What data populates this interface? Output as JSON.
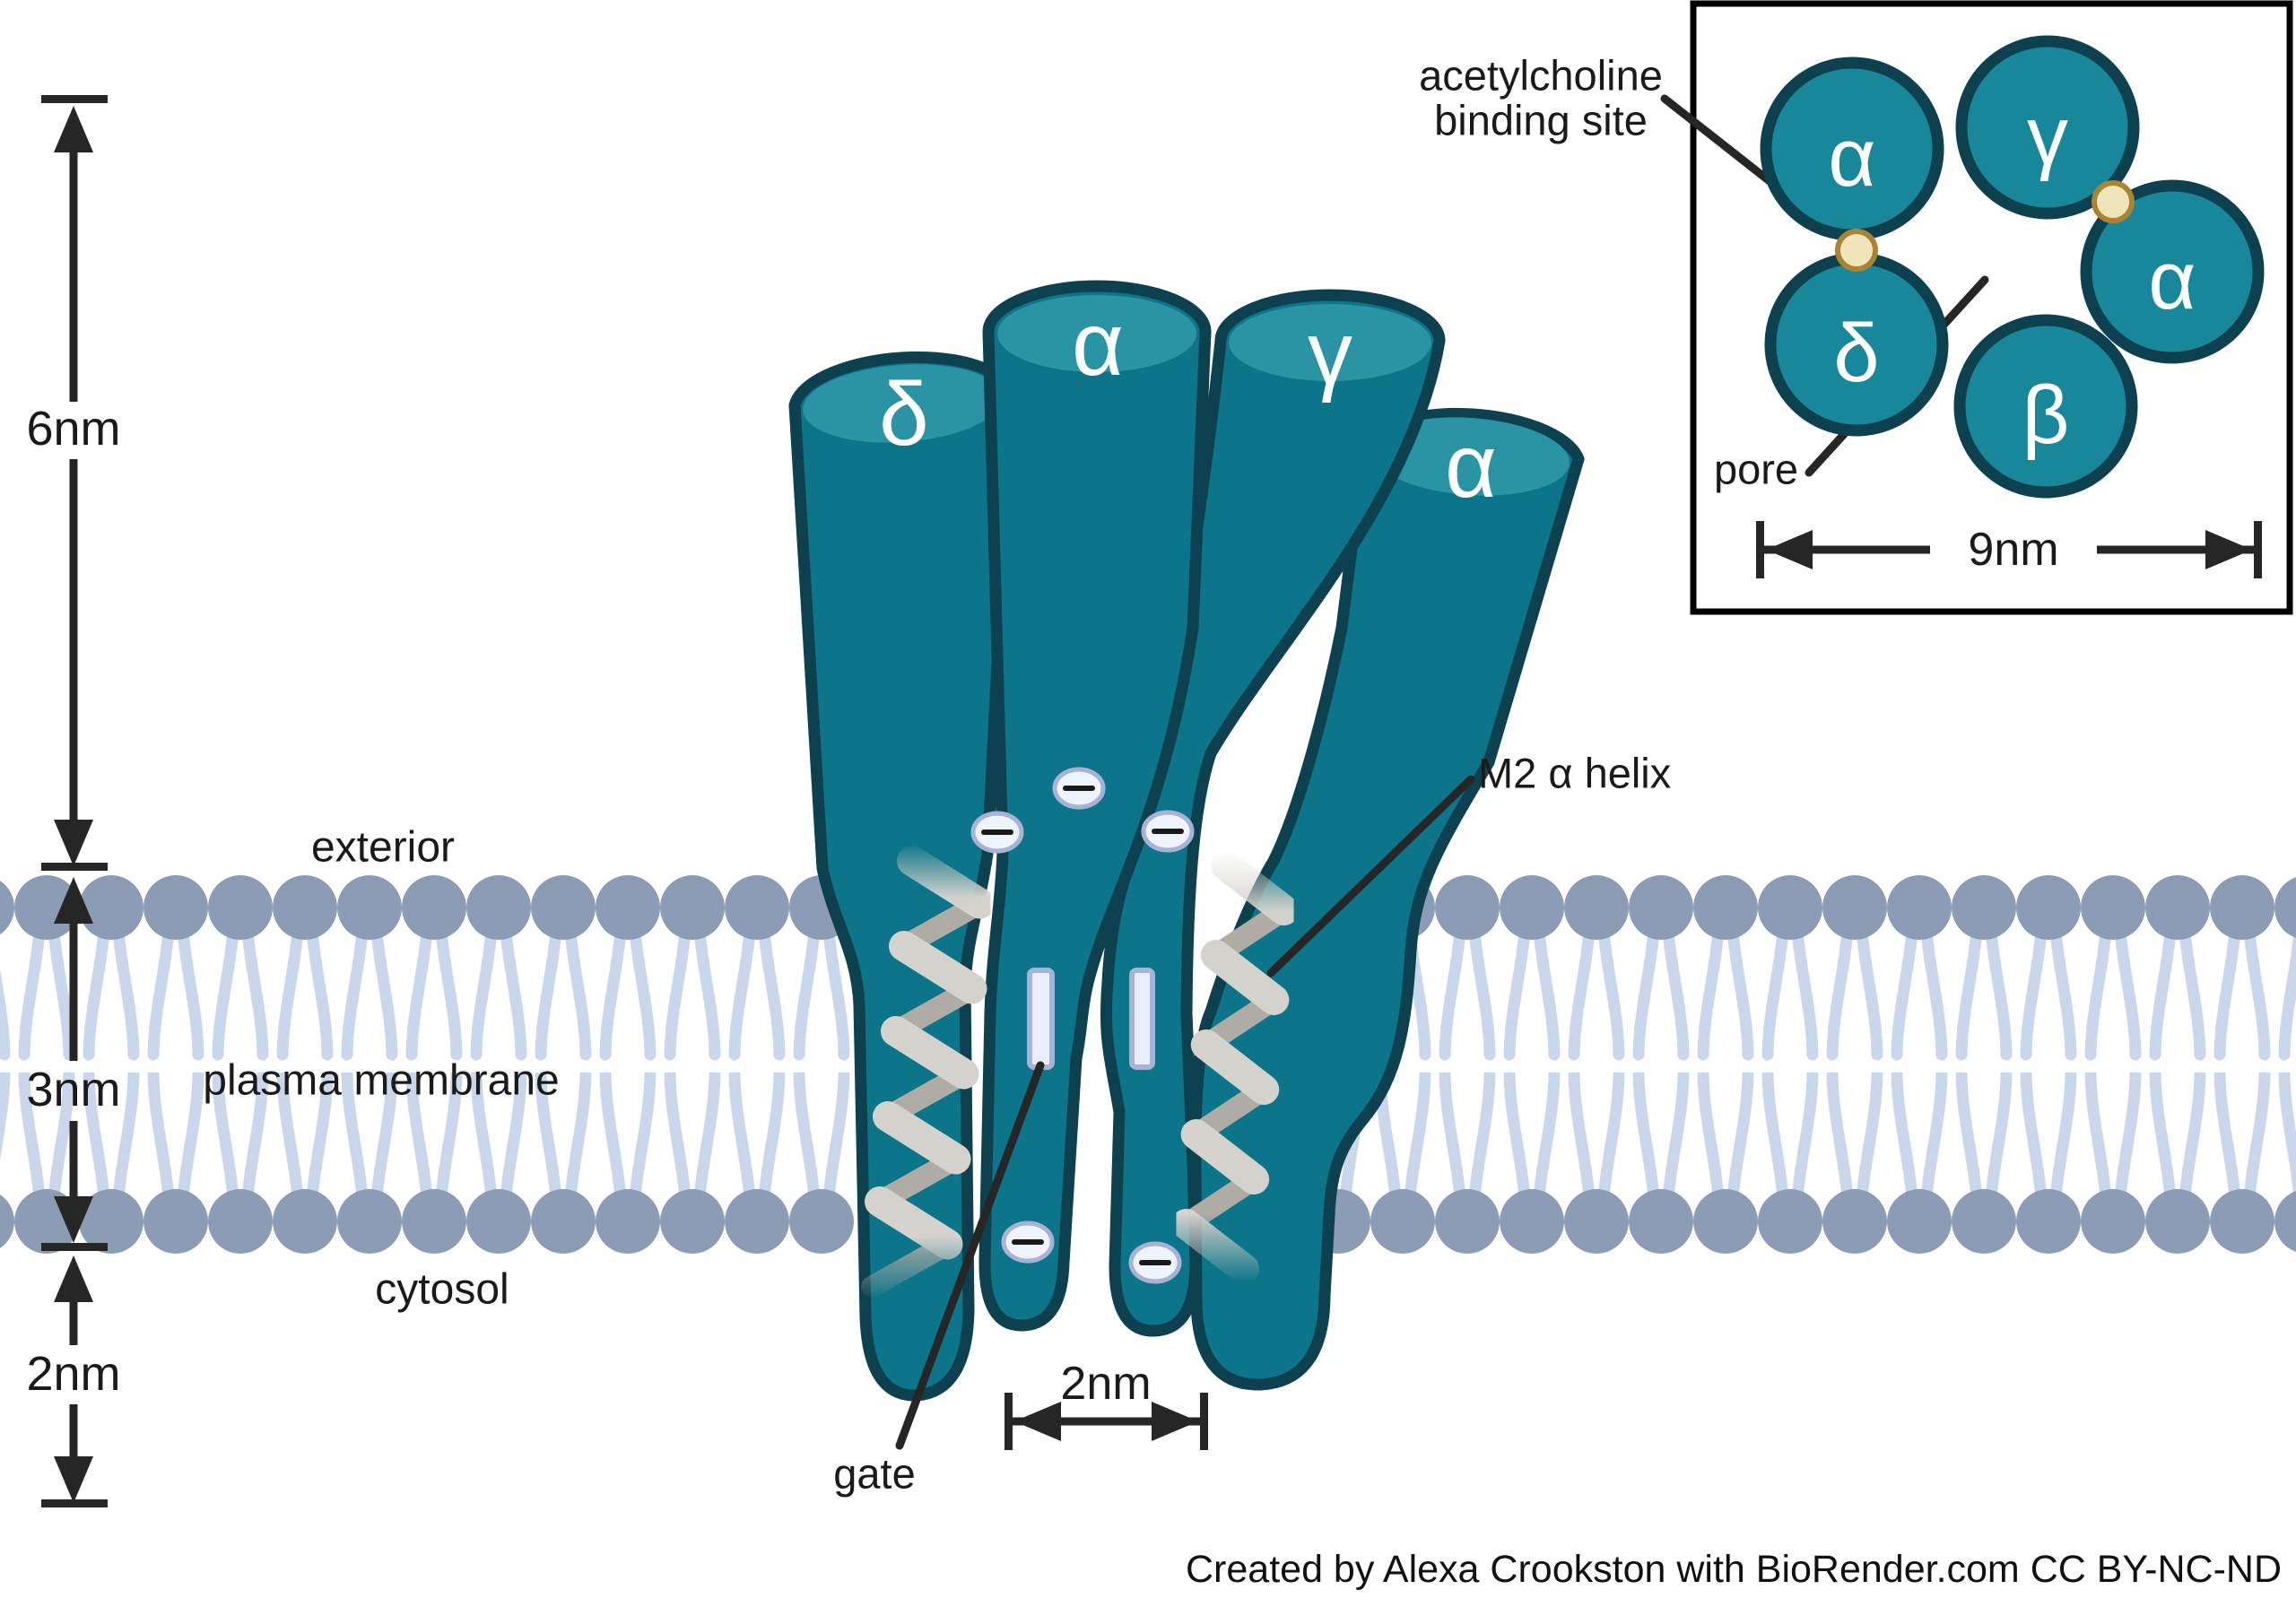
{
  "measurements": {
    "receptor_height": "6nm",
    "membrane_thickness": "3nm",
    "cytoplasmic_height": "2nm",
    "pore_width": "2nm",
    "receptor_diameter": "9nm"
  },
  "regions": {
    "exterior": "exterior",
    "plasma_membrane": "plasma membrane",
    "cytosol": "cytosol"
  },
  "annotations": {
    "binding_site_line1": "acetylcholine",
    "binding_site_line2": "binding site",
    "pore": "pore",
    "m2_helix": "M2 α helix",
    "gate": "gate"
  },
  "subunits": {
    "side_view": [
      {
        "label": "δ"
      },
      {
        "label": "α"
      },
      {
        "label": "γ"
      },
      {
        "label": "α"
      }
    ],
    "top_view": [
      {
        "label": "α"
      },
      {
        "label": "γ"
      },
      {
        "label": "α"
      },
      {
        "label": "β"
      },
      {
        "label": "δ"
      }
    ]
  },
  "charges": {
    "symbol": "−",
    "count_exterior": 3,
    "count_cytosol": 2
  },
  "colors": {
    "subunit_body": "#0C7589",
    "subunit_top": "#2B94A4",
    "subunit_outline": "#0D414F",
    "inset_circle_fill": "#19879A",
    "membrane_head": "#8C9CB5",
    "membrane_tail": "#C9D6EC",
    "helix_light": "#D4D2CD",
    "helix_dark": "#AFACA6",
    "charge_fill": "#EEF3FC",
    "charge_border": "#A8B2D6",
    "binding_site_fill": "#F0E4BA",
    "binding_site_border": "#AA8433",
    "line_color": "#262626"
  },
  "attribution": "Created by Alexa Crookston with BioRender.com CC BY-NC-ND"
}
